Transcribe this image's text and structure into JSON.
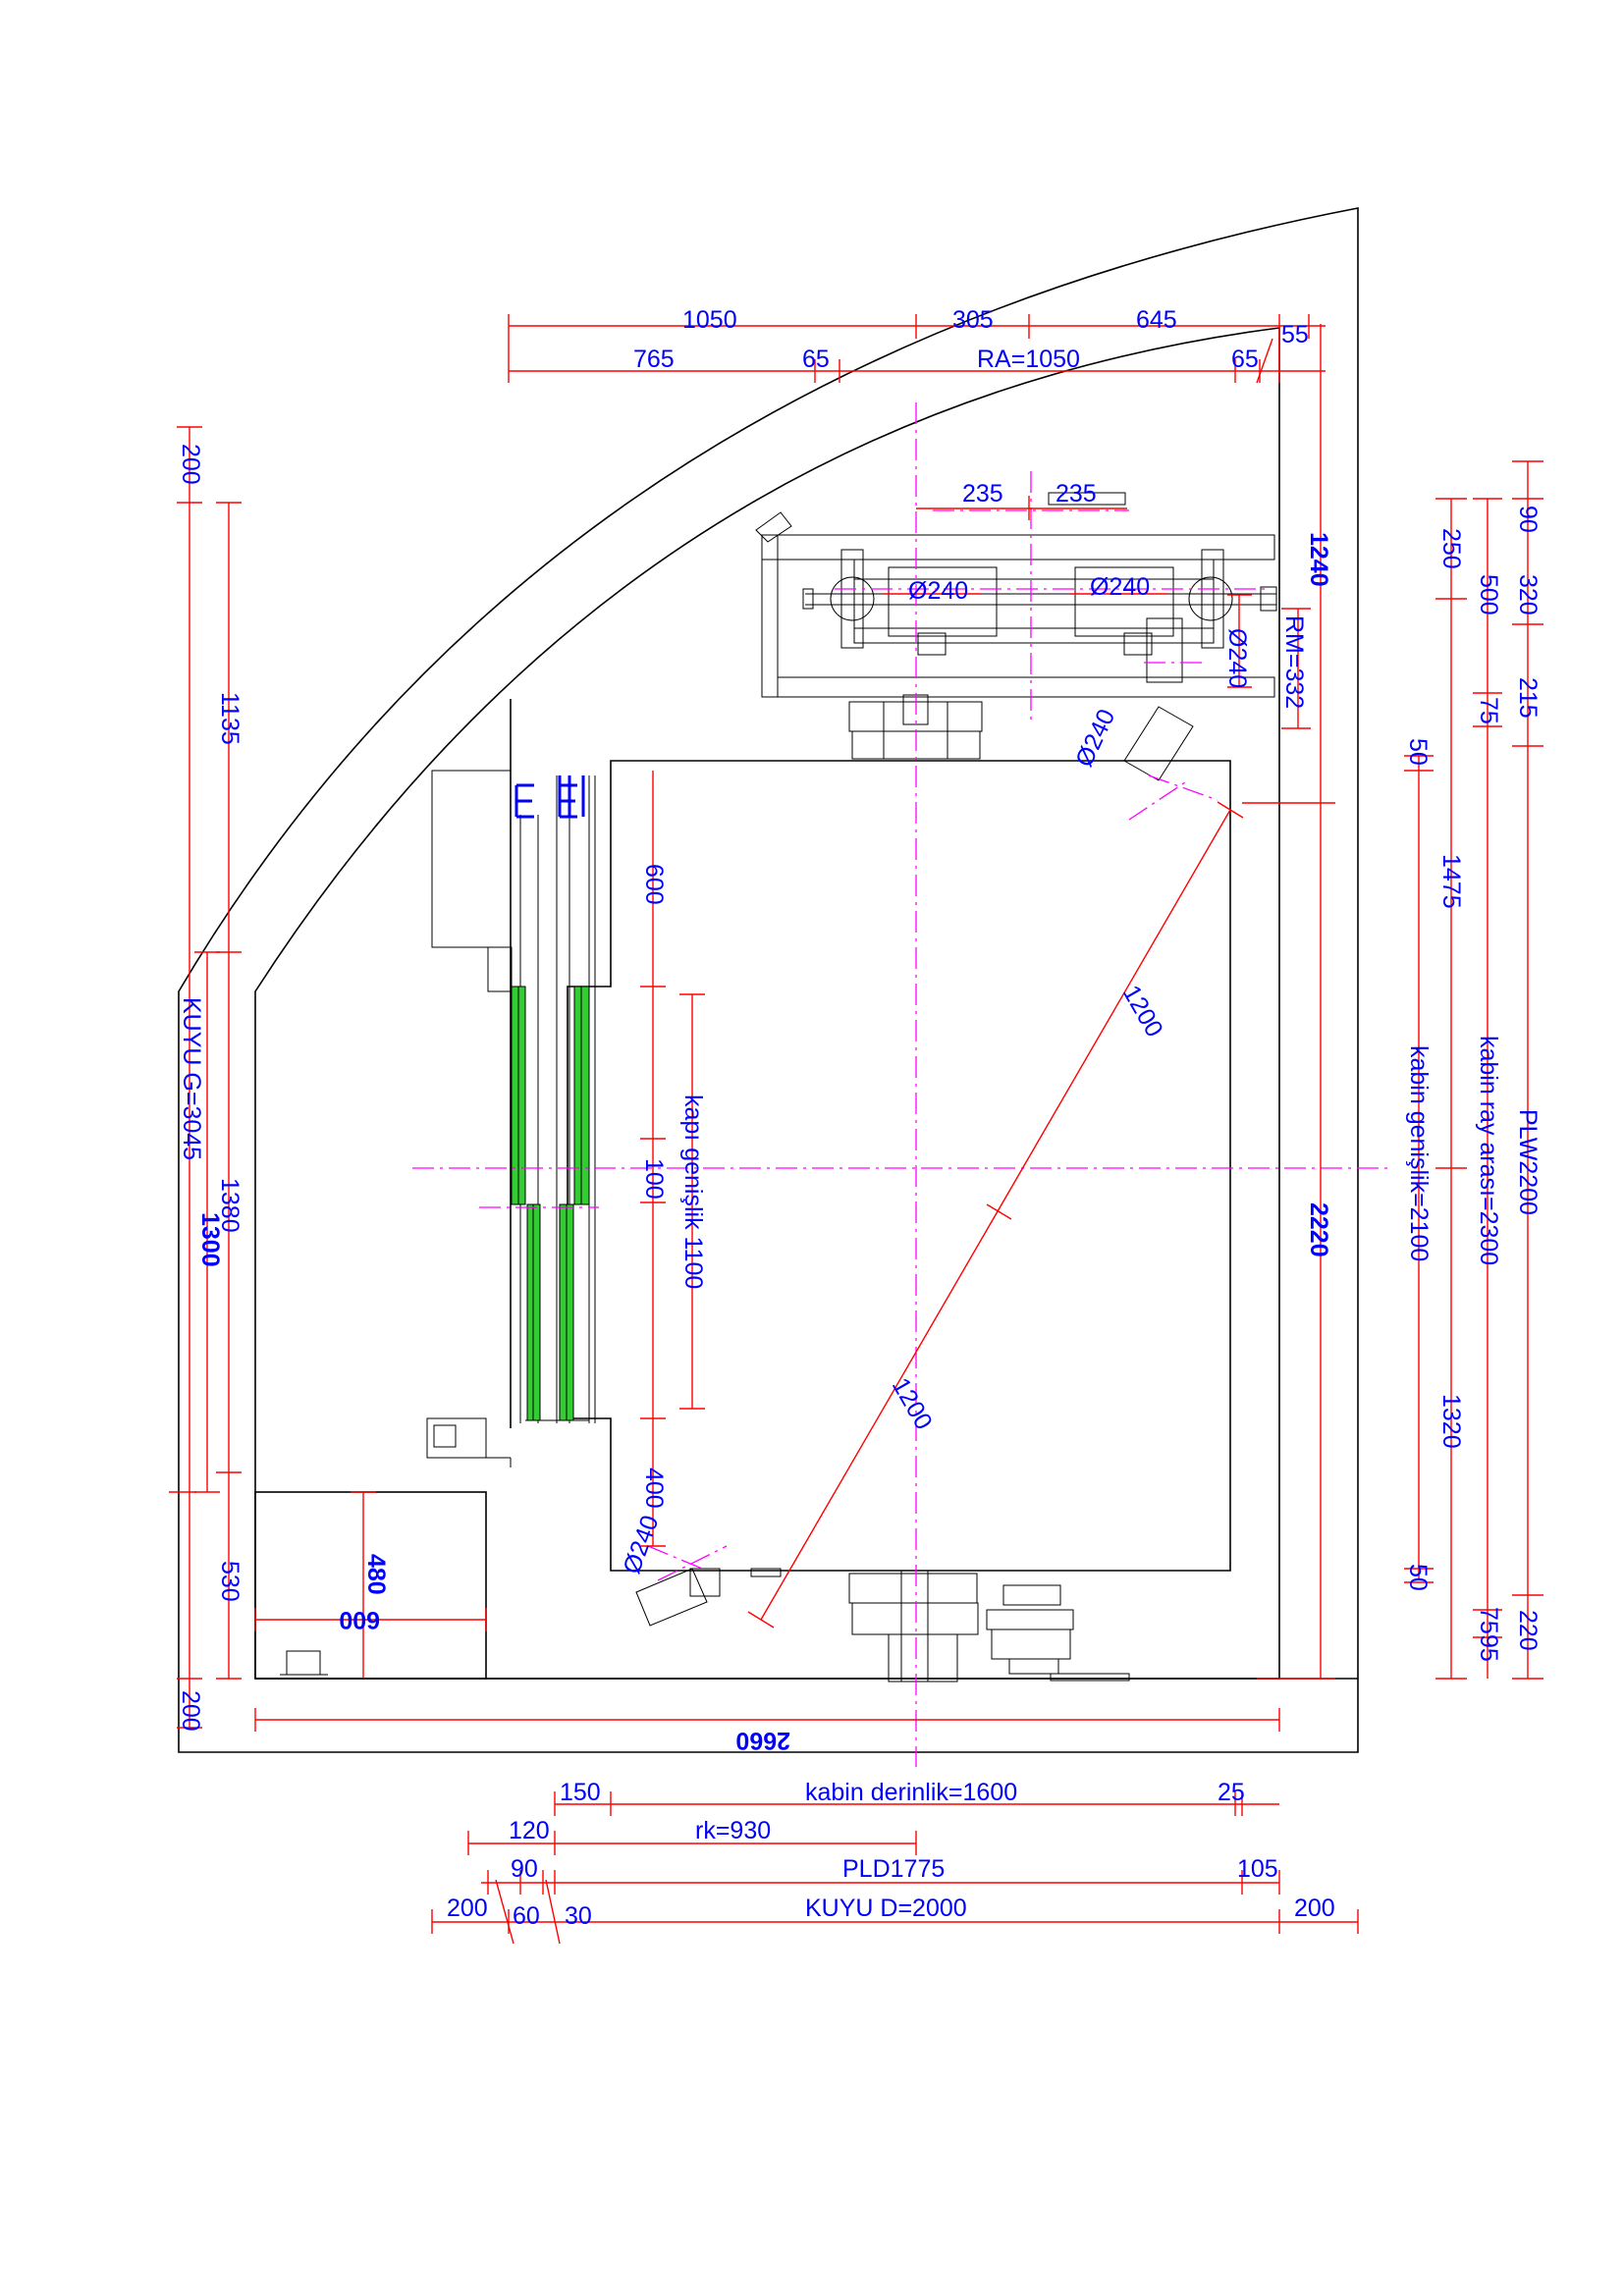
{
  "top": {
    "d1050": "1050",
    "d305": "305",
    "d645": "645",
    "d55": "55",
    "d765": "765",
    "d65a": "65",
    "ra": "RA=1050",
    "d65b": "65"
  },
  "machine": {
    "d235a": "235",
    "d235b": "235",
    "sheave1": "Ø240",
    "sheave2": "Ø240",
    "pulley_right": "Ø240",
    "pulley_top": "Ø240",
    "pulley_bottom": "Ø240",
    "rm": "RM=332"
  },
  "right": {
    "d1240": "1240",
    "d2220": "2220",
    "d250": "250",
    "d1475": "1475",
    "d1320": "1320",
    "d50a": "50",
    "kabin_genislik": "kabin genişlik=2100",
    "d50b": "50",
    "d90": "90",
    "d320": "320",
    "d215": "215",
    "d500": "500",
    "d75a": "75",
    "kabin_ray": "kabin  ray arası=2300",
    "d75b": "75",
    "plw": "PLW2200",
    "d95": "95",
    "d220": "220"
  },
  "left": {
    "d200a": "200",
    "d1135": "1135",
    "kuyu_g": "KUYU G=3045",
    "d1380": "1380",
    "d1300": "1300",
    "d530": "530",
    "d200b": "200"
  },
  "cabin": {
    "d600": "600",
    "kapi": "kapı genişlik 1100",
    "d100": "100",
    "d400": "400",
    "diag1": "1200",
    "diag2": "1200",
    "d480": "480",
    "d600b": "600",
    "d2660": "2660"
  },
  "bottom": {
    "d150": "150",
    "kabin_derinlik": "kabin derinlik=1600",
    "d25": "25",
    "d120": "120",
    "rk": "rk=930",
    "d90": "90",
    "pld": "PLD1775",
    "d105": "105",
    "d200a": "200",
    "d60": "60",
    "d30": "30",
    "kuyu_d": "KUYU D=2000",
    "d200b": "200"
  }
}
